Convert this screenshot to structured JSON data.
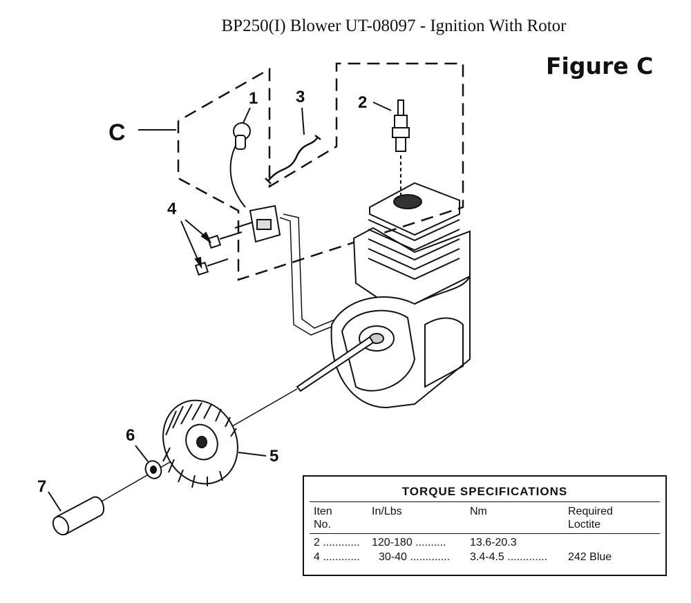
{
  "header": {
    "title": "BP250(I) Blower UT-08097  - Ignition With Rotor",
    "figure_label": "Figure C"
  },
  "callouts": {
    "c": "C",
    "one": "1",
    "two": "2",
    "three": "3",
    "four": "4",
    "five": "5",
    "six": "6",
    "seven": "7"
  },
  "torque_table": {
    "title": "TORQUE  SPECIFICATIONS",
    "headers": {
      "item_line1": "Iten",
      "item_line2": "No.",
      "inlbs": "In/Lbs",
      "nm": "Nm",
      "loctite_line1": "Required",
      "loctite_line2": "Loctite"
    },
    "rows": [
      {
        "item": "2 ............",
        "inlbs": "120-180 ..........",
        "nm": "13.6-20.3",
        "loctite": ""
      },
      {
        "item": "4 ............",
        "inlbs": "30-40 .............",
        "nm": "3.4-4.5 .............",
        "loctite": "242 Blue"
      }
    ]
  },
  "colors": {
    "ink": "#111111",
    "background": "#ffffff"
  }
}
